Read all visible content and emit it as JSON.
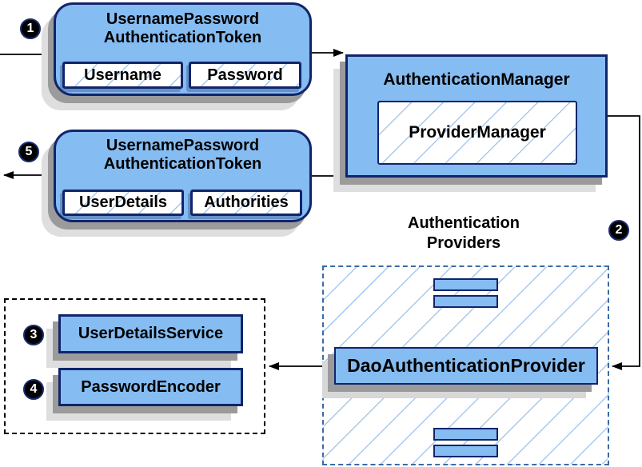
{
  "diagram": {
    "step_badges": {
      "s1": "1",
      "s2": "2",
      "s3": "3",
      "s4": "4",
      "s5": "5"
    },
    "request_token": {
      "title_line1": "UsernamePassword",
      "title_line2": "AuthenticationToken",
      "fields": [
        "Username",
        "Password"
      ]
    },
    "authentication_manager": {
      "title": "AuthenticationManager",
      "inner_box": "ProviderManager"
    },
    "response_token": {
      "title_line1": "UsernamePassword",
      "title_line2": "AuthenticationToken",
      "fields": [
        "UserDetails",
        "Authorities"
      ]
    },
    "authentication_providers": {
      "heading_line1": "Authentication",
      "heading_line2": "Providers",
      "main_provider": "DaoAuthenticationProvider"
    },
    "beans": {
      "items": [
        "UserDetailsService",
        "PasswordEncoder"
      ]
    },
    "colors": {
      "box_fill": "#85BCF2",
      "box_border": "#12246B",
      "hatch_line": "#A5C9EF",
      "providers_dash_border": "#3A6BA6",
      "beans_dash_border": "#000000",
      "shadow_dark": "#9B9B9B",
      "shadow_light": "#DEDEDE",
      "badge_fill": "#000000",
      "badge_text": "#FFFFFF",
      "connector": "#000000"
    }
  }
}
